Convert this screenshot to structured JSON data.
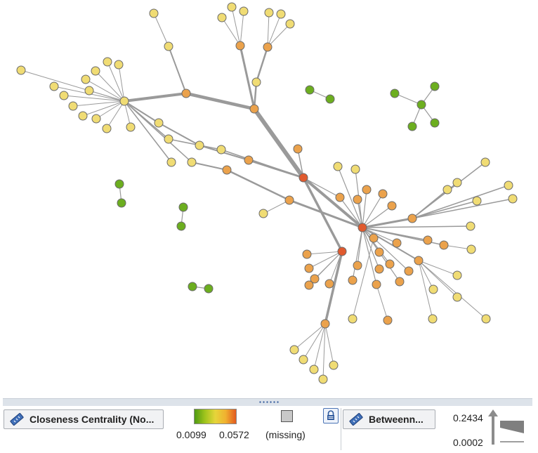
{
  "legend": {
    "color_attribute_button": "Closeness Centrality (No...",
    "color_min": "0.0099",
    "color_max": "0.0572",
    "missing_label": "(missing)",
    "width_attribute_button": "Betweenn...",
    "width_max": "0.2434",
    "width_min": "0.0002"
  },
  "colors": {
    "low": "#6cae1f",
    "mid_low": "#c5d33a",
    "mid": "#f0dc74",
    "mid_high": "#eba24c",
    "high": "#e05a2e",
    "missing": "#c8c8c8",
    "edge": "#9a9a9a"
  }
}
